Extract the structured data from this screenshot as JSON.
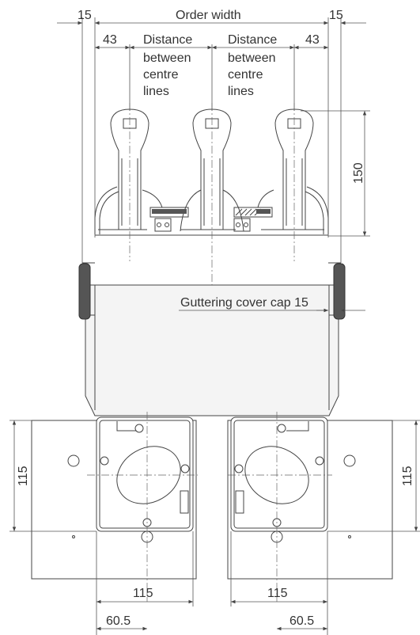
{
  "labels": {
    "margin_left": "15",
    "order_width": "Order width",
    "margin_right": "15",
    "offset_left": "43",
    "offset_right": "43",
    "distance_left": [
      "Distance",
      "between",
      "centre",
      "lines"
    ],
    "distance_right": [
      "Distance",
      "between",
      "centre",
      "lines"
    ],
    "height": "150",
    "cover_cap": "Guttering cover cap 15",
    "plate_left_height": "115",
    "plate_right_height": "115",
    "plate_left_width": "115",
    "plate_right_width": "115",
    "offset_bottom_left": "60.5",
    "offset_bottom_right": "60.5"
  },
  "colors": {
    "line": "#444444",
    "text": "#333333",
    "fill_light": "#f4f4f4",
    "fill_dark": "#555555"
  }
}
